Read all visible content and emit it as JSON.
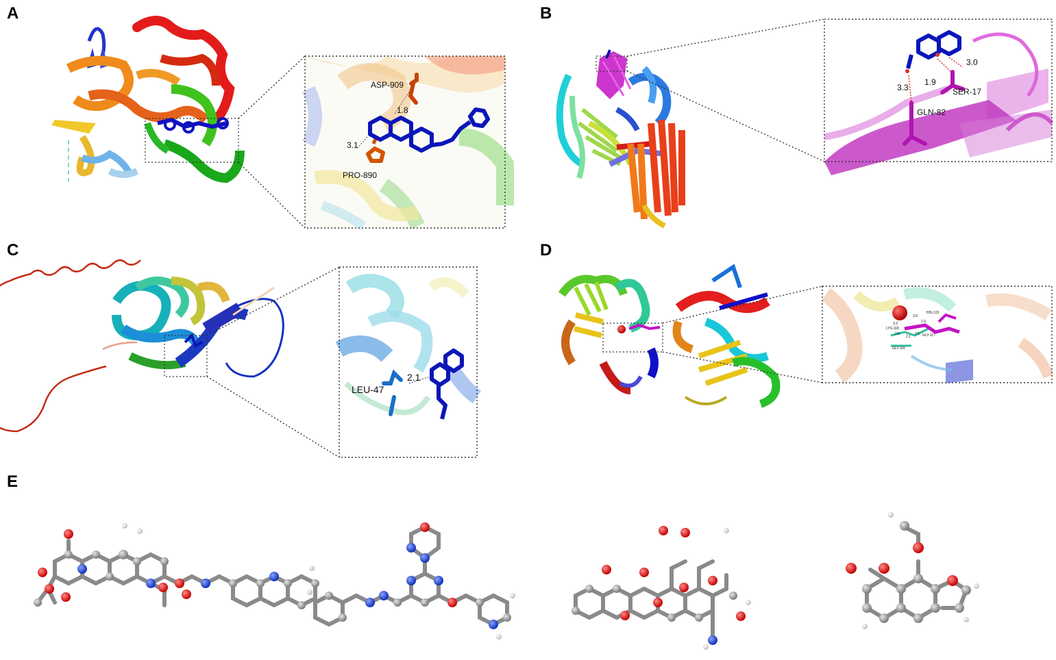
{
  "panels": {
    "A": {
      "letter": "A",
      "labels": [
        "ASP-909",
        "1.8",
        "3.1",
        "PRO-890"
      ],
      "colors": {
        "ligand": "#0a16b8",
        "residue": "#d35400"
      }
    },
    "B": {
      "letter": "B",
      "labels": [
        "3.0",
        "3.3",
        "1.9",
        "SER-17",
        "GLN-82"
      ],
      "colors": {
        "ligand": "#0a16b8",
        "residue": "#c512c5"
      }
    },
    "C": {
      "letter": "C",
      "labels": [
        "LEU-47",
        "2.1"
      ],
      "colors": {
        "ligand": "#0a16b8",
        "residue": "#1f6fc4"
      }
    },
    "D": {
      "letter": "D",
      "labels": [
        "HIS-123",
        "LYS-118",
        "GLY-116",
        "GLY-117",
        "3.3",
        "2.8",
        "2.1",
        "2.5",
        "1.9",
        "3.0"
      ],
      "colors": {
        "ligand": "#c512c5",
        "residue": "#2fbf9a",
        "metal": "#e01010"
      }
    },
    "E": {
      "letter": "E",
      "molecules": [
        "molecule-1",
        "molecule-2",
        "molecule-3",
        "molecule-4"
      ],
      "colors": {
        "carbon": "#8c8c8c",
        "oxygen": "#e01010",
        "nitrogen": "#1a3fd1",
        "hydrogen": "#f2f2f2"
      }
    }
  }
}
